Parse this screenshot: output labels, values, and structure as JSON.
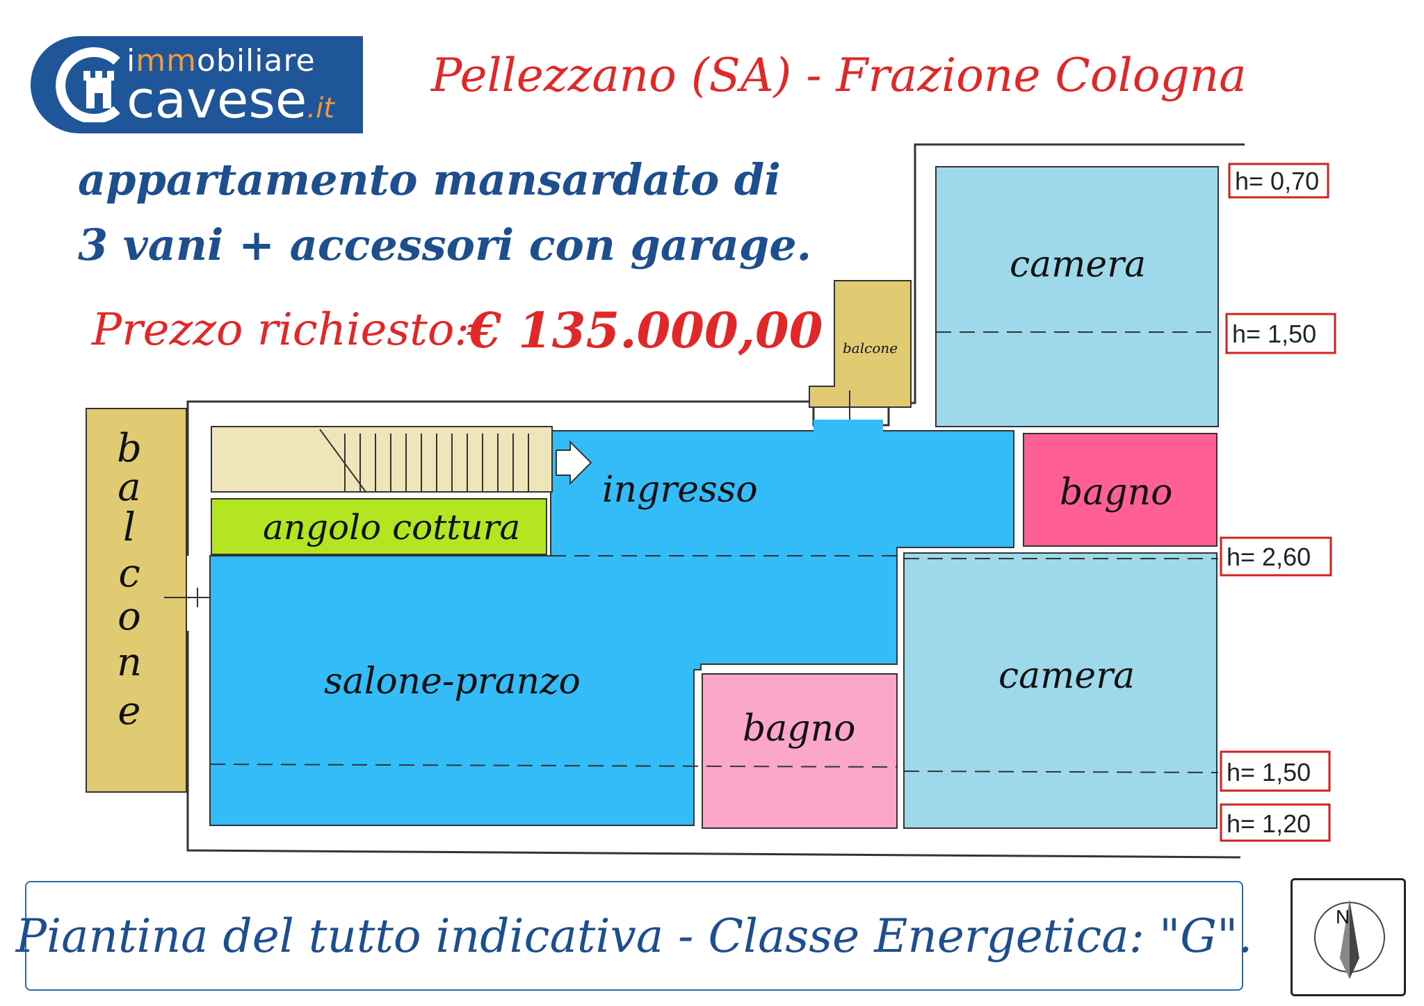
{
  "logo": {
    "line1_pre": "i",
    "line1_hl": "mm",
    "line1_post": "obiliare",
    "line2": "cavese",
    "line2_suffix": ".it"
  },
  "title": "Pellezzano (SA) - Frazione Cologna",
  "description": {
    "line1": "appartamento mansardato di",
    "line2": "3 vani + accessori con garage."
  },
  "price": {
    "label": "Prezzo richiesto:",
    "value": "€ 135.000,00"
  },
  "rooms": {
    "camera_top": "camera",
    "balcone_small": "balcone",
    "ingresso": "ingresso",
    "bagno_right": "bagno",
    "angolo_cottura": "angolo cottura",
    "salone": "salone-pranzo",
    "bagno_bottom": "bagno",
    "camera_bottom": "camera",
    "balcone_left": [
      "b",
      "a",
      "l",
      "c",
      "o",
      "n",
      "e"
    ]
  },
  "heights": {
    "h1": "h= 0,70",
    "h2": "h= 1,50",
    "h3": "h= 2,60",
    "h4": "h= 1,50",
    "h5": "h= 1,20"
  },
  "compass_label": "N",
  "note": "Piantina del tutto indicativa - Classe Energetica: \"G\".",
  "colors": {
    "logo_blue": "#1f5599",
    "logo_accent": "#f29a3a",
    "title_red": "#e02828",
    "text_blue": "#1d4f8f",
    "living_blue": "#33bcf7",
    "bedroom_blue": "#9dd8eb",
    "bath_pink_dark": "#ff6093",
    "bath_pink_light": "#fba7c9",
    "kitchen_green": "#b3e620",
    "balcony_tan": "#e0cb73",
    "stairs_cream": "#f0e4bb"
  }
}
